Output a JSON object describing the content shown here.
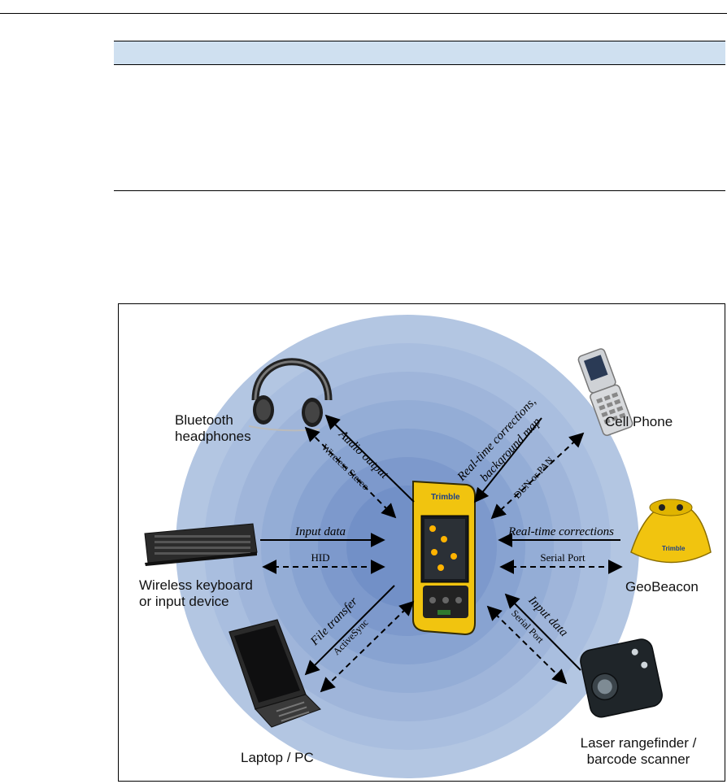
{
  "diagram": {
    "colors": {
      "ring_outer": "#b3c6e2",
      "ring_inner": "#6f8cc4",
      "device_yellow": "#f1c40f",
      "arrow": "#000000"
    },
    "devices": {
      "headphones": "Bluetooth\nheadphones",
      "cell_phone": "Cell Phone",
      "keyboard": "Wireless keyboard\nor input device",
      "geobeacon": "GeoBeacon",
      "laptop": "Laptop / PC",
      "rangefinder": "Laser rangefinder /\nbarcode scanner",
      "center_brand": "Trimble"
    },
    "connections": {
      "audio_output": "Audio output",
      "wireless_stereo": "Wireless Stereo",
      "realtime_bg_line1": "Real-time corrections,",
      "realtime_bg_line2": "background map",
      "dun_pan": "DUN or PAN",
      "input_data_left": "Input data",
      "hid": "HID",
      "realtime_corrections": "Real-time corrections",
      "serial_port_right": "Serial Port",
      "file_transfer": "File transfer",
      "activesync": "ActiveSync",
      "input_data_right": "Input data",
      "serial_port_diag": "Serial Port"
    }
  }
}
